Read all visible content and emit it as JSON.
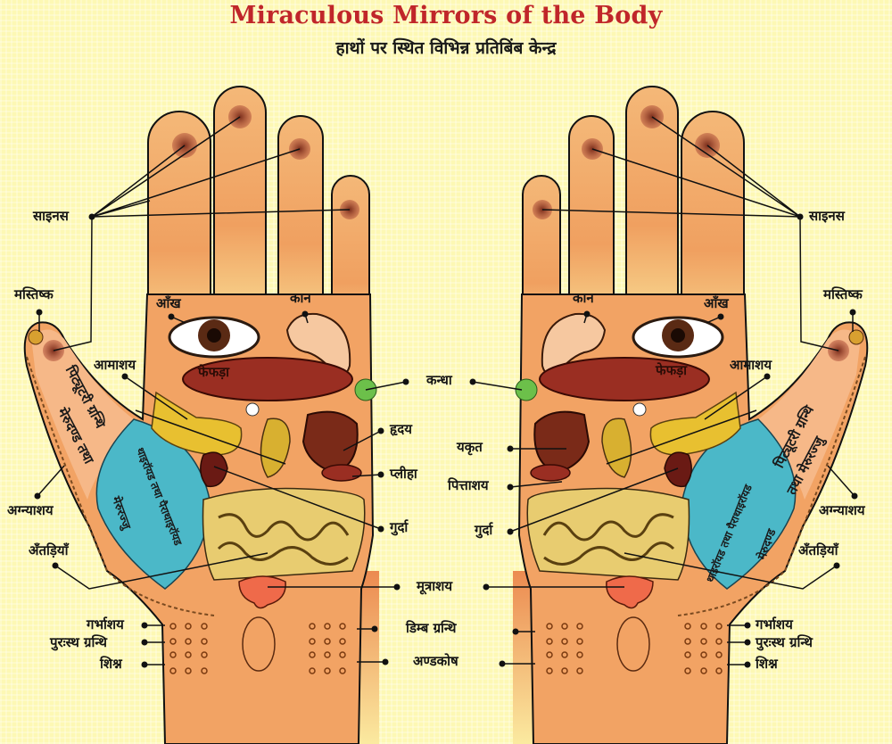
{
  "header": {
    "title": "Miraculous Mirrors of the Body",
    "subtitle": "हाथों पर स्थित विभिन्न प्रतिबिंब केन्द्र"
  },
  "colors": {
    "background": "#fdf8b4",
    "title": "#c0262a",
    "skin": "#f0a868",
    "skin_dark": "#e07a45",
    "reflex_spot": "#8a3a22",
    "thyroid_zone": "#4bb8c8",
    "lung": "#9a2e22",
    "stomach": "#e8c030",
    "liver": "#8a8478",
    "bladder": "#ef6a4a",
    "shoulder": "#6cc04a"
  },
  "left_hand": {
    "labels": {
      "sinus": "साइनस",
      "brain": "मस्तिष्क",
      "eye": "आँख",
      "ear": "कान",
      "stomach": "आमाशय",
      "pancreas": "अग्न्याशय",
      "intestines": "अँतड़ियाँ",
      "uterus": "गर्भाशय",
      "prostate": "पुरःस्थ ग्रन्थि",
      "penis": "शिश्न"
    },
    "organ_text": {
      "lungs": "फेफड़ा",
      "thumb_zone_1": "पिट्यूटरी ग्रन्थि",
      "thumb_zone_2": "मेरुदण्ड तथा",
      "thyroid_zone": "थाइरॉयड तथा पैराथाइरॉयड",
      "spine_zone": "मेरुरज्जु"
    }
  },
  "right_hand": {
    "labels": {
      "sinus": "साइनस",
      "brain": "मस्तिष्क",
      "eye": "आँख",
      "ear": "कान",
      "stomach": "आमाशय",
      "pancreas": "अग्न्याशय",
      "intestines": "अँतड़ियाँ",
      "uterus": "गर्भाशय",
      "prostate": "पुरःस्थ ग्रन्थि",
      "penis": "शिश्न"
    },
    "organ_text": {
      "lungs": "फेफड़ा",
      "thumb_zone_1": "पिट्यूटरी ग्रन्थि",
      "thumb_zone_2": "तथा मेरुरज्जु",
      "thyroid_zone": "थाइरॉयड तथा पैराथाइरॉयड",
      "spine_zone": "मेरुदण्ड"
    }
  },
  "center_labels": {
    "shoulder": "कन्धा",
    "heart": "हृदय",
    "spleen": "प्लीहा",
    "kidney_left": "गुर्दा",
    "liver": "यकृत",
    "gallbladder": "पित्ताशय",
    "kidney_right": "गुर्दा",
    "bladder": "मूत्राशय",
    "ovary": "डिम्ब ग्रन्थि",
    "testes": "अण्डकोष"
  }
}
